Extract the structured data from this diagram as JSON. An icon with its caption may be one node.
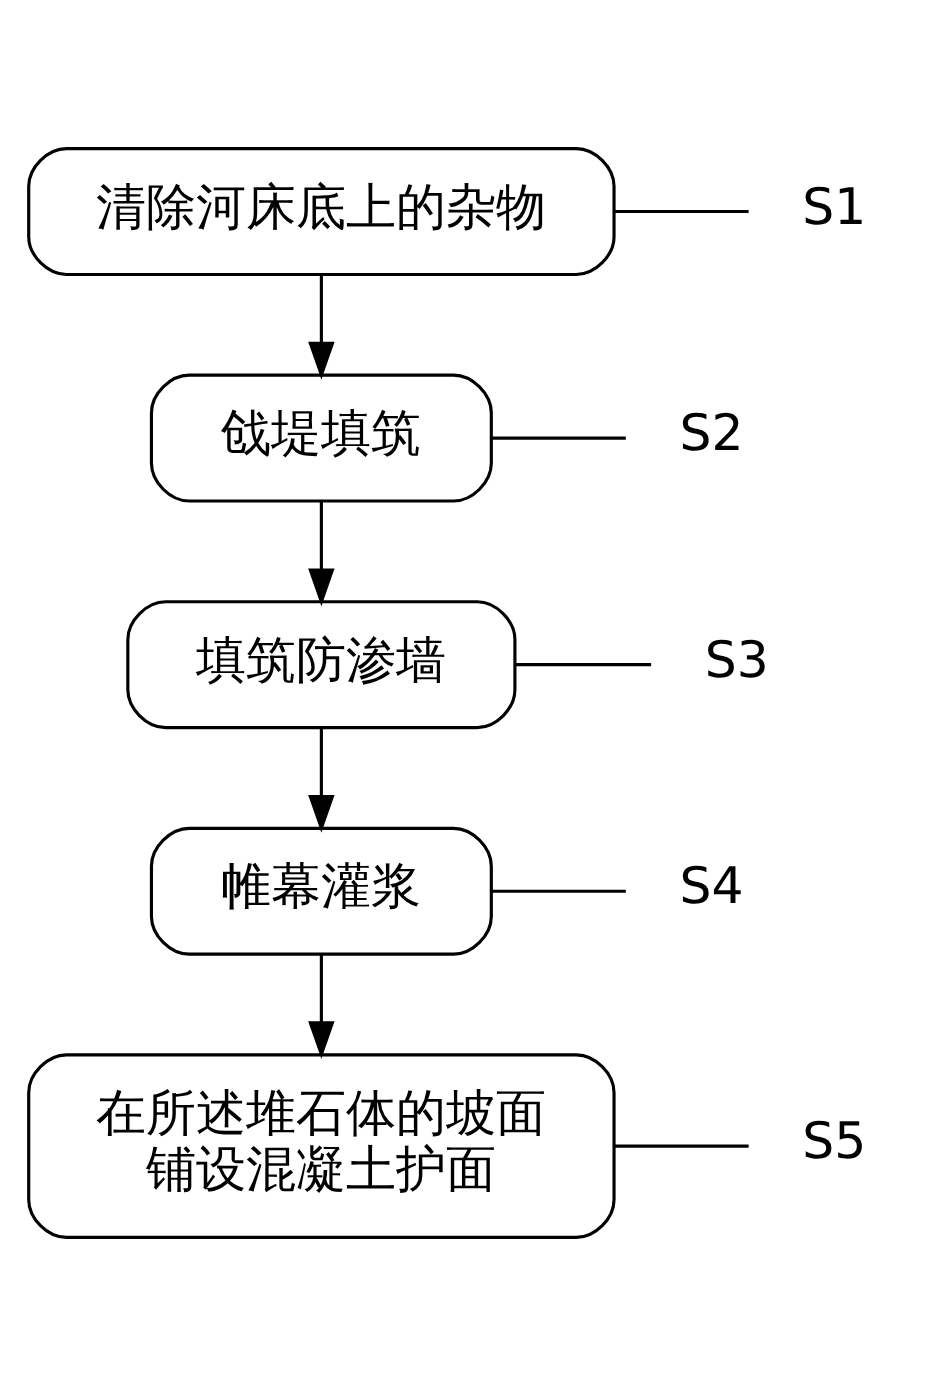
{
  "diagram": {
    "nodes": [
      {
        "text": [
          "清除河床底上的杂物"
        ]
      },
      {
        "text": [
          "S1"
        ]
      },
      {
        "text": [
          "戗堤填筑"
        ]
      },
      {
        "text": [
          "S2"
        ]
      },
      {
        "text": [
          "填筑防渗墙"
        ]
      },
      {
        "text": [
          "S3"
        ]
      },
      {
        "text": [
          "帷幕灌浆"
        ]
      },
      {
        "text": [
          "S4"
        ]
      },
      {
        "text": [
          "在所述堆石体的坡面铺设混凝土护面"
        ]
      },
      {
        "text": [
          "S5"
        ]
      }
    ],
    "edges": [
      {
        "from": 0,
        "to": 2,
        "arrow": "to"
      },
      {
        "from": 2,
        "to": 4,
        "arrow": "to"
      },
      {
        "from": 4,
        "to": 6,
        "arrow": "to"
      },
      {
        "from": 6,
        "to": 8,
        "arrow": "to"
      },
      {
        "from": 1,
        "to": 0,
        "arrow": "none"
      },
      {
        "from": 3,
        "to": 2,
        "arrow": "none"
      },
      {
        "from": 5,
        "to": 4,
        "arrow": "none"
      },
      {
        "from": 7,
        "to": 6,
        "arrow": "none"
      },
      {
        "from": 9,
        "to": 8,
        "arrow": "none"
      }
    ]
  }
}
